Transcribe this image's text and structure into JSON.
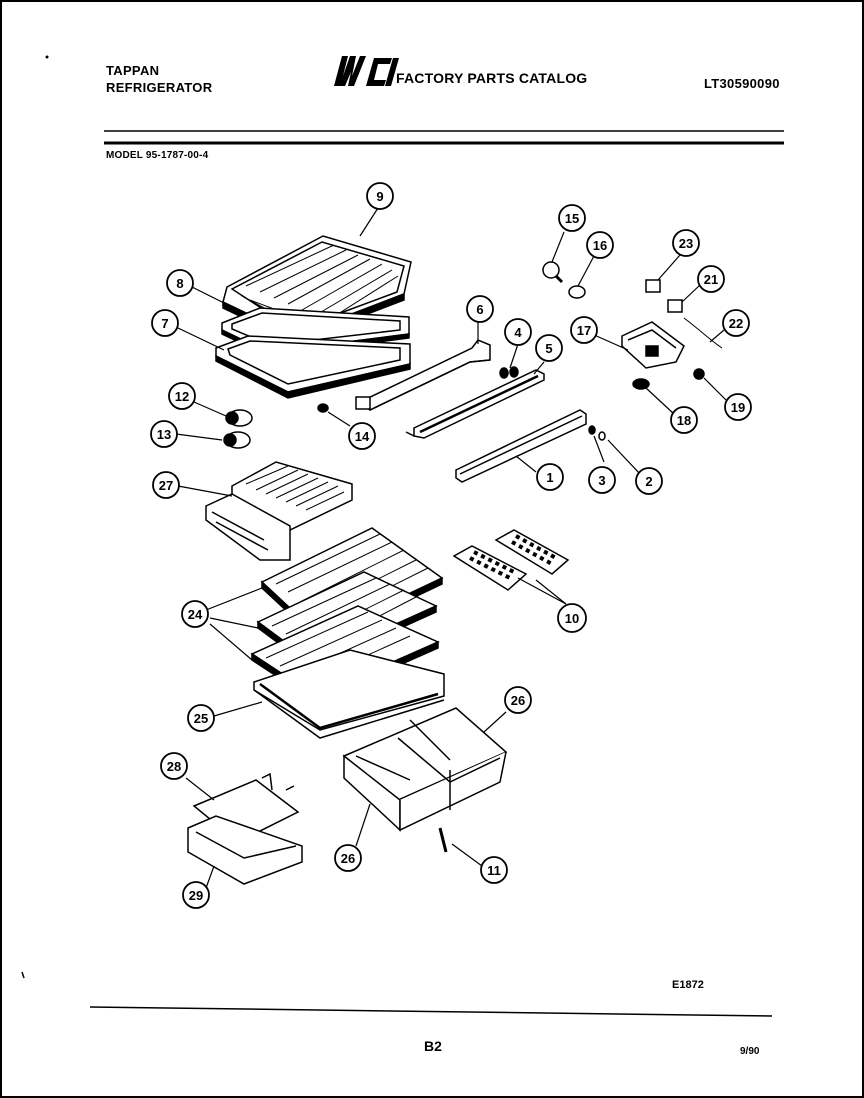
{
  "header": {
    "brand_line1": "TAPPAN",
    "brand_line2": "REFRIGERATOR",
    "logo_text": "WCI",
    "catalog_title": "FACTORY PARTS CATALOG",
    "catalog_code": "LT30590090",
    "model_label": "MODEL 95-1787-00-4"
  },
  "callouts": [
    "1",
    "2",
    "3",
    "4",
    "5",
    "6",
    "7",
    "8",
    "9",
    "10",
    "11",
    "12",
    "13",
    "14",
    "15",
    "16",
    "17",
    "18",
    "19",
    "21",
    "22",
    "23",
    "24",
    "25",
    "26",
    "26",
    "27",
    "28",
    "29"
  ],
  "footer": {
    "diagram_code": "E1872",
    "page_number": "B2",
    "date": "9/90"
  }
}
